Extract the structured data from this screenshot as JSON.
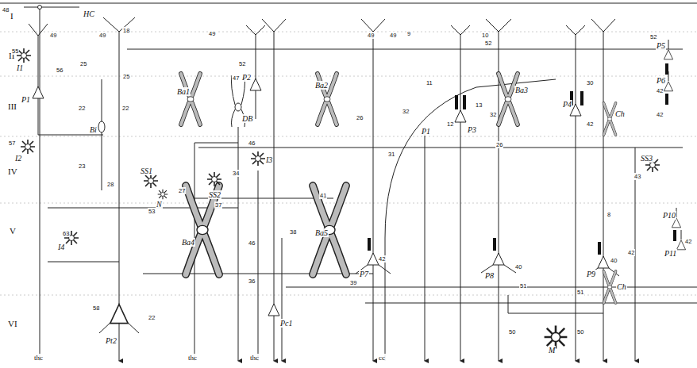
{
  "diagram": {
    "labels": [
      "I",
      "II",
      "III",
      "IV",
      "V",
      "VI",
      "HC",
      "I1",
      "P1",
      "Bi",
      "I2",
      "SS1",
      "N",
      "SS2",
      "Ba1",
      "DB",
      "P2",
      "I3",
      "Ba4",
      "Ba5",
      "Pc1",
      "P7",
      "Ba2",
      "P1",
      "P3",
      "Ba3",
      "P4",
      "Ch",
      "P5",
      "P6",
      "SS3",
      "P10",
      "P11",
      "P8",
      "P9",
      "Ch",
      "M",
      "Pt2",
      "I4",
      "thc",
      "thc",
      "thc",
      "cc",
      "48",
      "49",
      "49",
      "18",
      "55",
      "25",
      "56",
      "25",
      "22",
      "22",
      "57",
      "23",
      "28",
      "53",
      "63",
      "58",
      "22",
      "49",
      "47",
      "52",
      "27",
      "34",
      "46",
      "37",
      "46",
      "36",
      "38",
      "41",
      "39",
      "49",
      "49",
      "9",
      "11",
      "26",
      "31",
      "32",
      "12",
      "10",
      "52",
      "13",
      "32",
      "26",
      "30",
      "42",
      "42",
      "42",
      "43",
      "40",
      "51",
      "42",
      "40",
      "51",
      "42",
      "50",
      "50",
      "42",
      "52",
      "8"
    ]
  }
}
